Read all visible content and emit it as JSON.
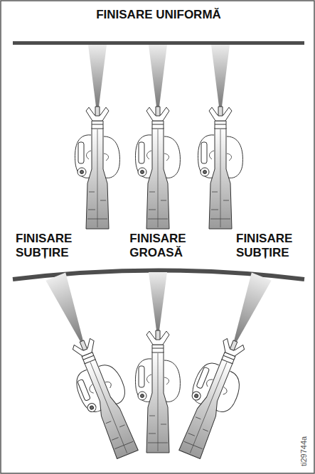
{
  "diagram": {
    "labels": [
      "FINISARE UNIFORMĂ",
      "FINISARE SUBȚIRE",
      "FINISARE GROASĂ",
      "FINISARE SUBȚIRE",
      "ti29744a"
    ]
  }
}
